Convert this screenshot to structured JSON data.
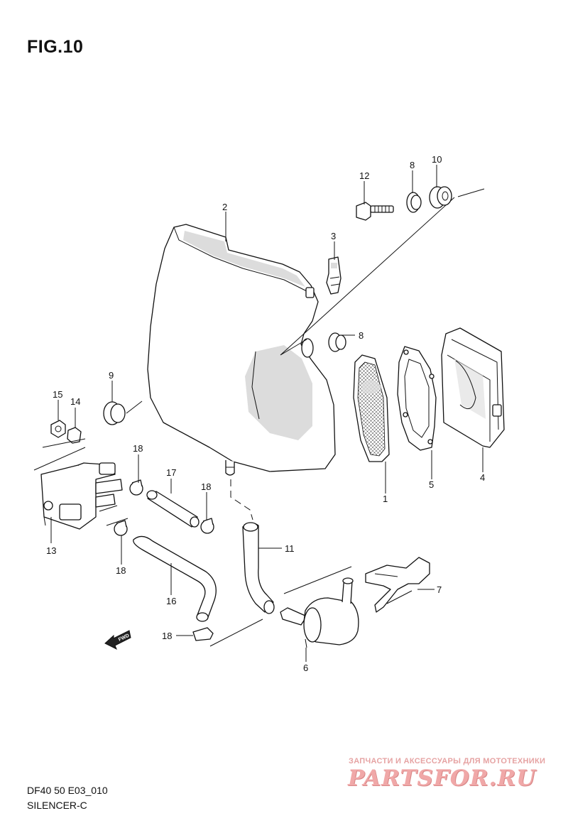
{
  "header": {
    "title": "FIG.10"
  },
  "footer": {
    "code": "DF40 50 E03_010",
    "name": "SILENCER-C"
  },
  "watermark": {
    "tagline": "ЗАПЧАСТИ И АКСЕССУАРЫ ДЛЯ МОТОТЕХНИКИ",
    "brand": "PARTSFOR.RU",
    "color": "#f0a8a8"
  },
  "direction_badge": {
    "label": "FWD"
  },
  "callouts": {
    "c1": "1",
    "c2": "2",
    "c3": "3",
    "c4": "4",
    "c5": "5",
    "c6": "6",
    "c7": "7",
    "c8a": "8",
    "c8b": "8",
    "c9": "9",
    "c10": "10",
    "c11": "11",
    "c12": "12",
    "c13": "13",
    "c14": "14",
    "c15": "15",
    "c16": "16",
    "c17": "17",
    "c18a": "18",
    "c18b": "18",
    "c18c": "18",
    "c18d": "18"
  }
}
